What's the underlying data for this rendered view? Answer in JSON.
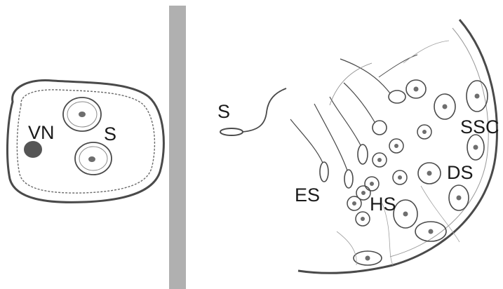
{
  "left_panel": {
    "labels": {
      "vn": "VN",
      "s": "S"
    }
  },
  "right_panel": {
    "labels": {
      "s": "S",
      "es": "ES",
      "hs": "HS",
      "ds": "DS",
      "ssc": "SSC"
    }
  },
  "colors": {
    "divider": "#b0b0b0",
    "ink": "#4a4a4a",
    "nucleus": "#6e6e6e",
    "dark_nucleus": "#555555"
  }
}
